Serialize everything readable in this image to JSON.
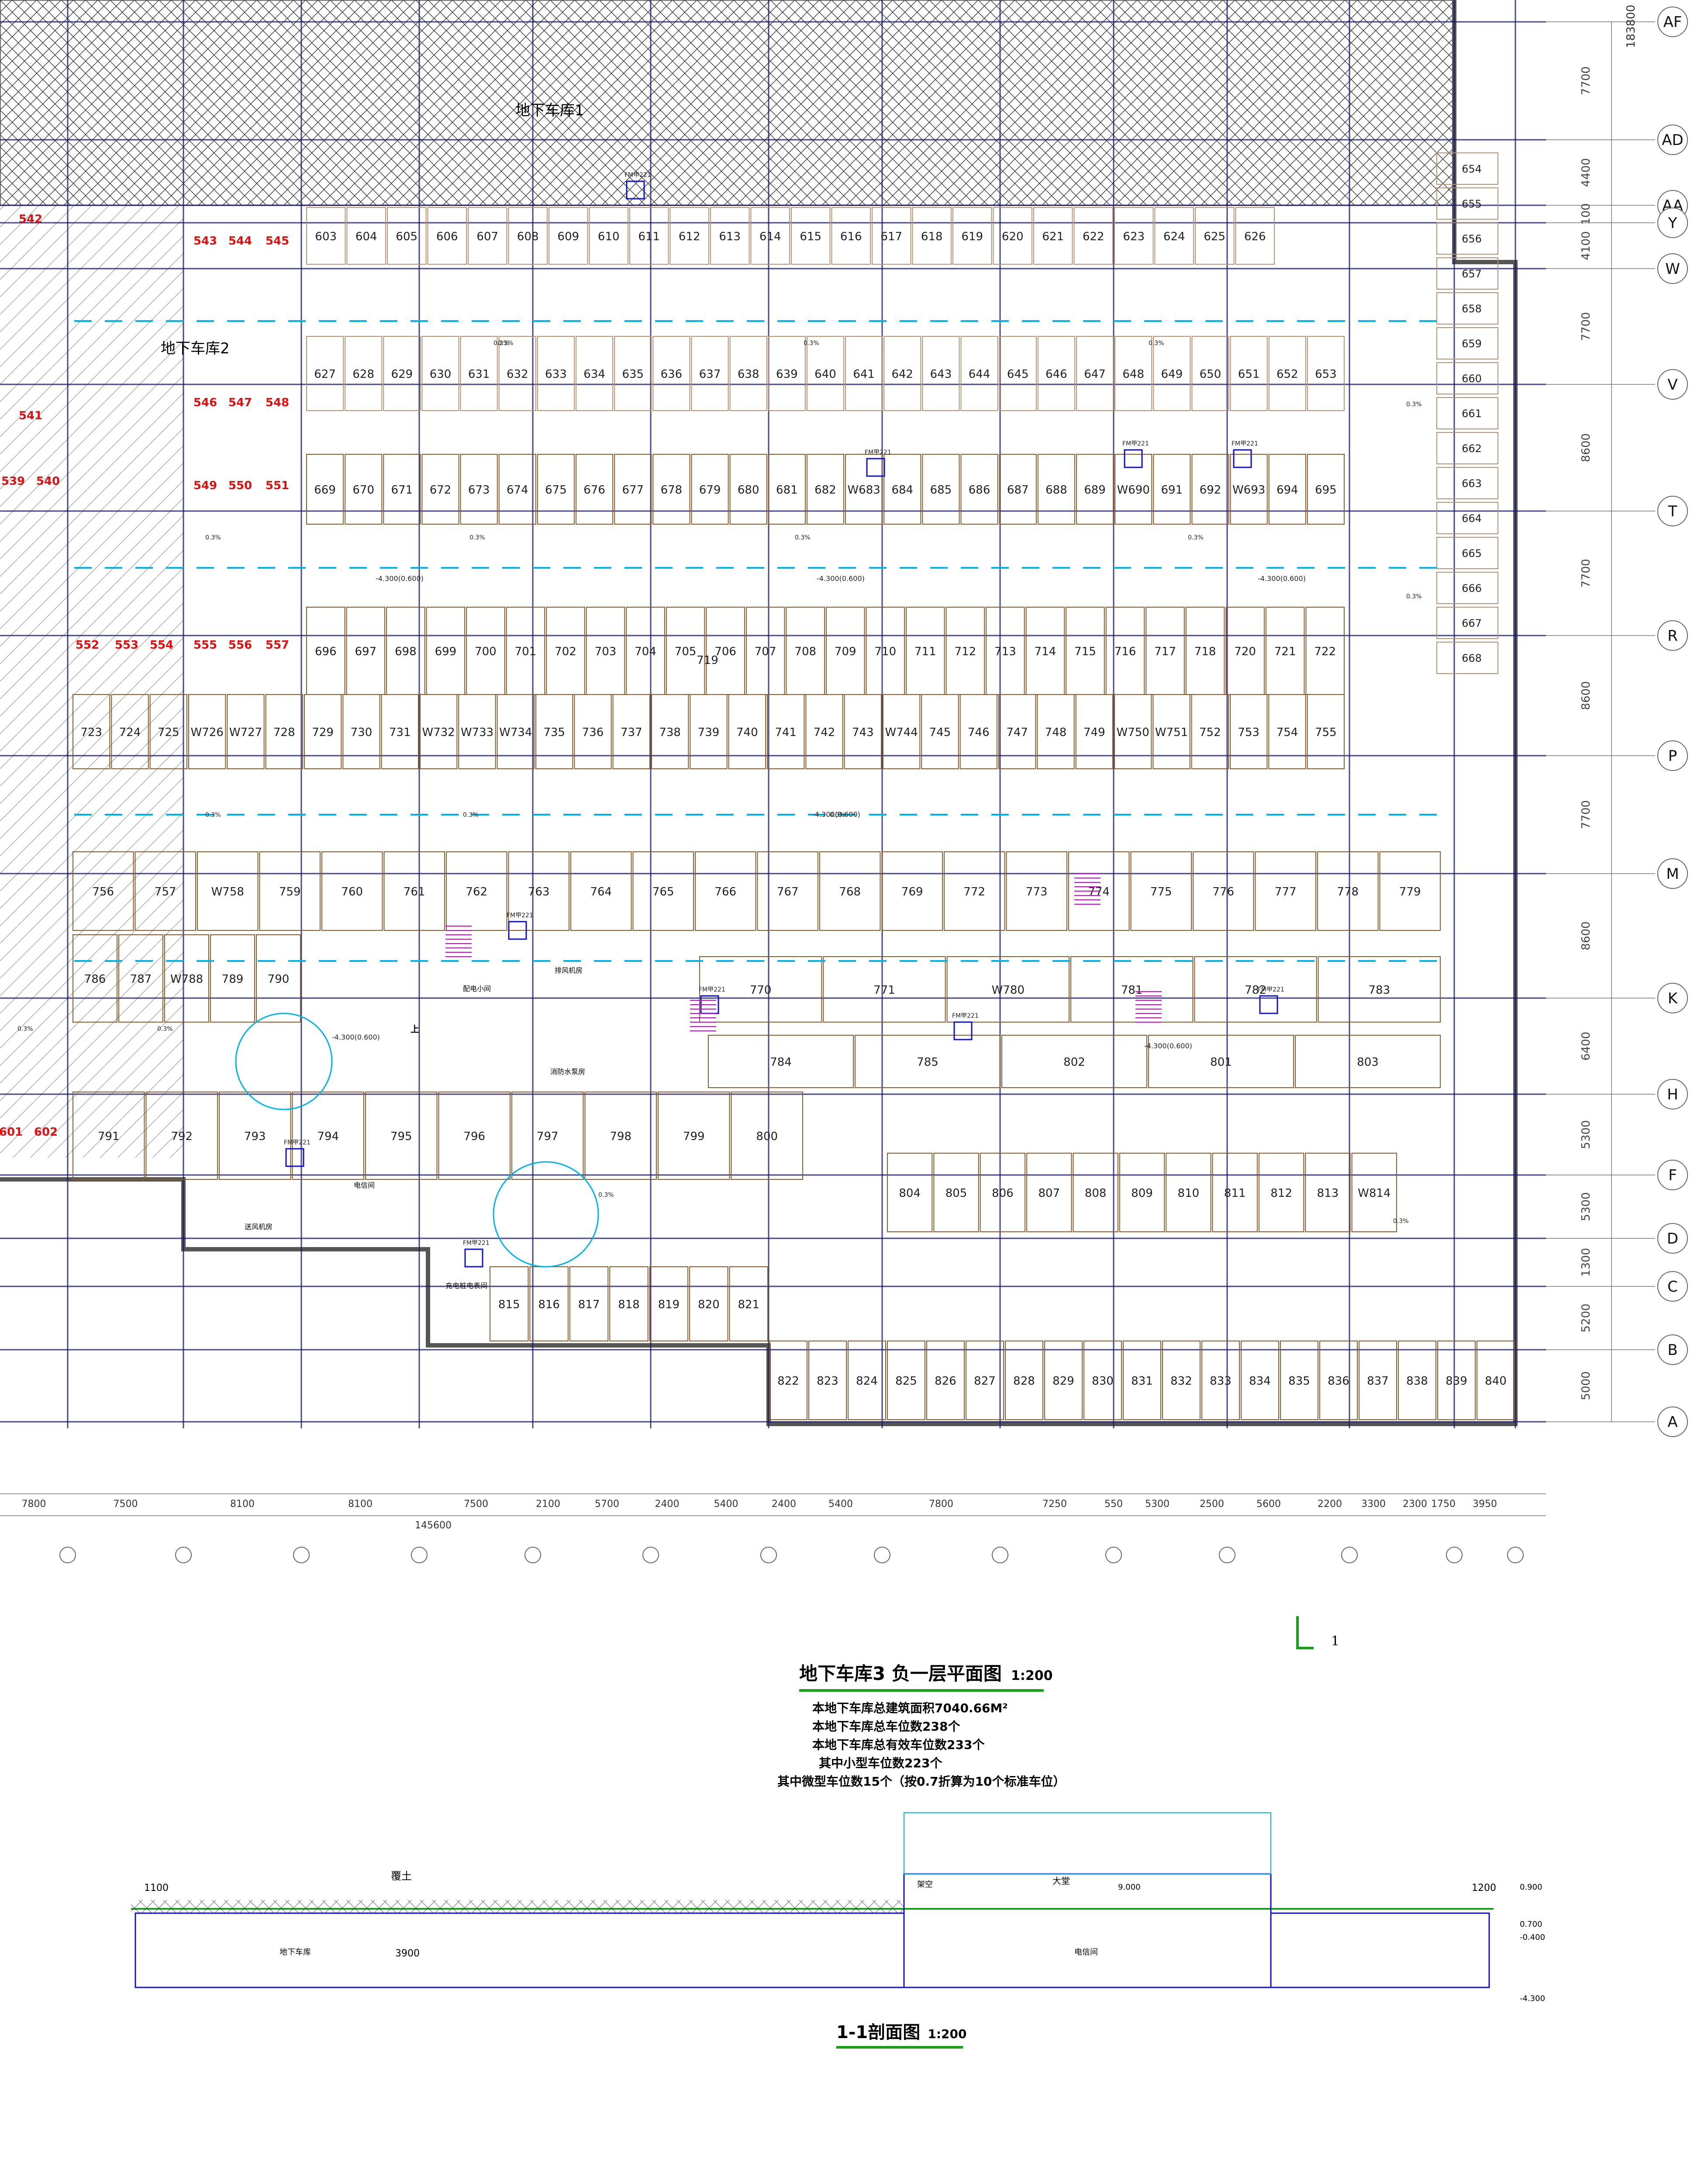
{
  "regions": {
    "garage1": "地下车库1",
    "garage2": "地下车库2"
  },
  "grid_rows": [
    {
      "label": "AF",
      "dim": "7700"
    },
    {
      "label": "AD",
      "dim": "4400"
    },
    {
      "label": "AA",
      "dim": "100"
    },
    {
      "label": "Y",
      "dim": "4100"
    },
    {
      "label": "W",
      "dim": "7700"
    },
    {
      "label": "V",
      "dim": "8600"
    },
    {
      "label": "T",
      "dim": "7700"
    },
    {
      "label": "R",
      "dim": "8600"
    },
    {
      "label": "P",
      "dim": "7700"
    },
    {
      "label": "M",
      "dim": "8600"
    },
    {
      "label": "K",
      "dim": "6400"
    },
    {
      "label": "H",
      "dim": "5300"
    },
    {
      "label": "F",
      "dim": "5300"
    },
    {
      "label": "D",
      "dim": "1300"
    },
    {
      "label": "C",
      "dim": "5200"
    },
    {
      "label": "B",
      "dim": "5000"
    },
    {
      "label": "A",
      "dim": ""
    }
  ],
  "total_height_dim": "183800",
  "bottom_dims": [
    "7800",
    "7500",
    "8100",
    "8100",
    "7500",
    "2100",
    "5700",
    "2400",
    "5400",
    "2400",
    "5400",
    "7800",
    "7250",
    "550",
    "5300",
    "2500",
    "5600",
    "2200",
    "3300",
    "2300",
    "1750",
    "3950"
  ],
  "total_width_dim": "145600",
  "rooms": {
    "electrical": "电信间",
    "power_room": "配电小间",
    "fan_room": "排风机房",
    "air_room": "送风机房",
    "pump_room": "消防水泵房",
    "charge_room": "充电桩电表间",
    "up": "上"
  },
  "slope": "0.3%",
  "level_mark": "-4.300(0.600)",
  "door_tag": "FM甲221",
  "spaces": {
    "row1": [
      "603",
      "604",
      "605",
      "606",
      "607",
      "608",
      "609",
      "610",
      "611",
      "612",
      "613",
      "614",
      "615",
      "616",
      "617",
      "618",
      "619",
      "620",
      "621",
      "622",
      "623",
      "624",
      "625",
      "626"
    ],
    "row2": [
      "627",
      "628",
      "629",
      "630",
      "631",
      "632",
      "633",
      "634",
      "635",
      "636",
      "637",
      "638",
      "639",
      "640",
      "641",
      "642",
      "643",
      "644",
      "645",
      "646",
      "647",
      "648",
      "649",
      "650",
      "651",
      "652",
      "653"
    ],
    "row3": [
      "669",
      "670",
      "671",
      "672",
      "673",
      "674",
      "675",
      "676",
      "677",
      "678",
      "679",
      "680",
      "681",
      "682",
      "W683",
      "684",
      "685",
      "686",
      "687",
      "688",
      "689",
      "W690",
      "691",
      "692",
      "W693",
      "694",
      "695"
    ],
    "row4": [
      "696",
      "697",
      "698",
      "699",
      "700",
      "701",
      "702",
      "703",
      "704",
      "705",
      "706",
      "707",
      "708",
      "709",
      "710",
      "711",
      "712",
      "713",
      "714",
      "715",
      "716",
      "717",
      "718",
      "720",
      "721",
      "722"
    ],
    "row5": [
      "723",
      "724",
      "725",
      "W726",
      "W727",
      "728",
      "729",
      "730",
      "731",
      "W732",
      "W733",
      "W734",
      "735",
      "736",
      "737",
      "738",
      "739",
      "740",
      "741",
      "742",
      "743",
      "W744",
      "745",
      "746",
      "747",
      "748",
      "749",
      "W750",
      "W751",
      "752",
      "753",
      "754",
      "755"
    ],
    "right_col": [
      "654",
      "655",
      "656",
      "657",
      "658",
      "659",
      "660",
      "661",
      "662",
      "663",
      "664",
      "665",
      "666",
      "667",
      "668"
    ],
    "left_red": [
      "542",
      "543",
      "544",
      "545",
      "546",
      "547",
      "548",
      "549",
      "550",
      "551",
      "552",
      "553",
      "554",
      "555",
      "556",
      "557",
      "541",
      "539",
      "540",
      "601",
      "602"
    ],
    "mid_row": [
      "756",
      "757",
      "W758",
      "759",
      "760",
      "761",
      "762",
      "763",
      "764",
      "765",
      "766",
      "767",
      "768",
      "769",
      "772",
      "773",
      "774",
      "775",
      "776",
      "777",
      "778",
      "779"
    ],
    "lower": [
      "786",
      "787",
      "W788",
      "789",
      "790",
      "770",
      "771",
      "W780",
      "781",
      "782",
      "783",
      "784",
      "785",
      "802",
      "801",
      "803",
      "791",
      "792",
      "793",
      "794",
      "795",
      "796",
      "797",
      "798",
      "799",
      "800",
      "804",
      "805",
      "806",
      "807",
      "808",
      "809",
      "810",
      "811",
      "812",
      "813",
      "W814"
    ],
    "bottom_row1": [
      "815",
      "816",
      "817",
      "818",
      "819",
      "820",
      "821"
    ],
    "bottom_row2": [
      "822",
      "823",
      "824",
      "825",
      "826",
      "827",
      "828",
      "829",
      "830",
      "831",
      "832",
      "833",
      "834",
      "835",
      "836",
      "837",
      "838",
      "839",
      "840"
    ],
    "special": [
      "719"
    ]
  },
  "title": {
    "main": "地下车库3 负一层平面图",
    "scale": "1:200"
  },
  "notes": [
    "本地下车库总建筑面积7040.66M²",
    "本地下车库总车位数238个",
    "本地下车库总有效车位数233个",
    "其中小型车位数223个",
    "其中微型车位数15个（按0.7折算为10个标准车位）"
  ],
  "section": {
    "title": "1-1剖面图",
    "scale": "1:200",
    "soil": "覆土",
    "hall": "大堂",
    "void": "架空",
    "garage": "地下车库",
    "elec": "电信间",
    "levels": [
      "0.900",
      "0.700",
      "-0.400",
      "-4.300",
      "9.000"
    ],
    "dims": [
      "1100",
      "3900",
      "1200"
    ]
  },
  "section_marker": "1",
  "colors": {
    "grid": "#1a1a6e",
    "wall": "#555555",
    "stall": "#8b5a2b",
    "cyan": "#00b4e6",
    "green": "#19a019",
    "red": "#e01010",
    "magenta": "#d400d4",
    "blue": "#1010c8"
  }
}
